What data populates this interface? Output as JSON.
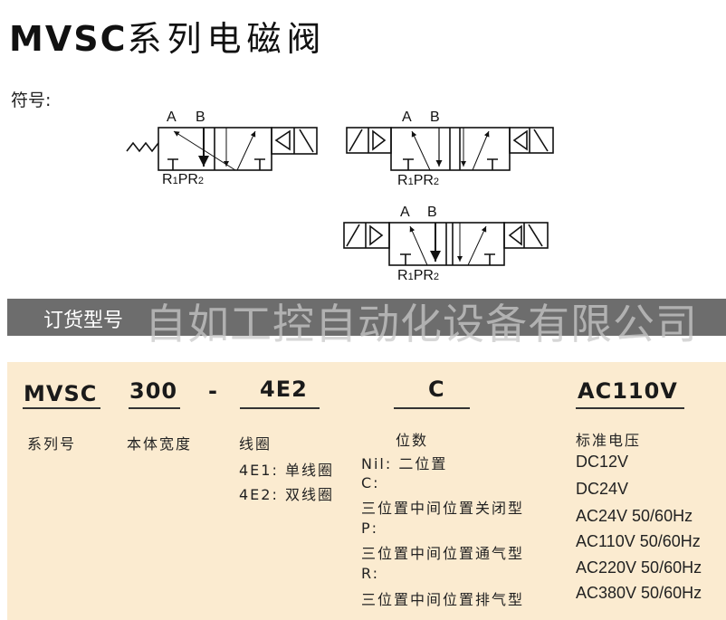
{
  "title": {
    "model": "MVSC",
    "name": "系列电磁阀"
  },
  "symbol_label": "符号:",
  "symbols": [
    {
      "A": "A",
      "B": "B",
      "R1": "R",
      "sub1": "1",
      "P": "P",
      "R2": "R",
      "sub2": "2"
    },
    {
      "A": "A",
      "B": "B",
      "R1": "R",
      "sub1": "1",
      "P": "P",
      "R2": "R",
      "sub2": "2"
    },
    {
      "A": "A",
      "B": "B",
      "R1": "R",
      "sub1": "1",
      "P": "P",
      "R2": "R",
      "sub2": "2"
    }
  ],
  "order_bar": {
    "title": "订货型号",
    "watermark": "自如工控自动化设备有限公司"
  },
  "order": {
    "series": {
      "code": "MVSC",
      "label": "系列号"
    },
    "width": {
      "code": "300",
      "label": "本体宽度"
    },
    "dash": "-",
    "coil": {
      "code": "4E2",
      "label": "线圈",
      "options": [
        "4E1: 单线圈",
        "4E2: 双线圈"
      ]
    },
    "position": {
      "code": "C",
      "label": "位数",
      "options": [
        "Nil: 二位置",
        "C:",
        "三位置中间位置关闭型",
        "P:",
        "三位置中间位置通气型",
        "R:",
        "三位置中间位置排气型"
      ]
    },
    "voltage": {
      "code": "AC110V",
      "label": "标准电压",
      "options": [
        "DC12V",
        "DC24V",
        "AC24V 50/60Hz",
        "AC110V 50/60Hz",
        "AC220V 50/60Hz",
        "AC380V 50/60Hz"
      ]
    }
  }
}
